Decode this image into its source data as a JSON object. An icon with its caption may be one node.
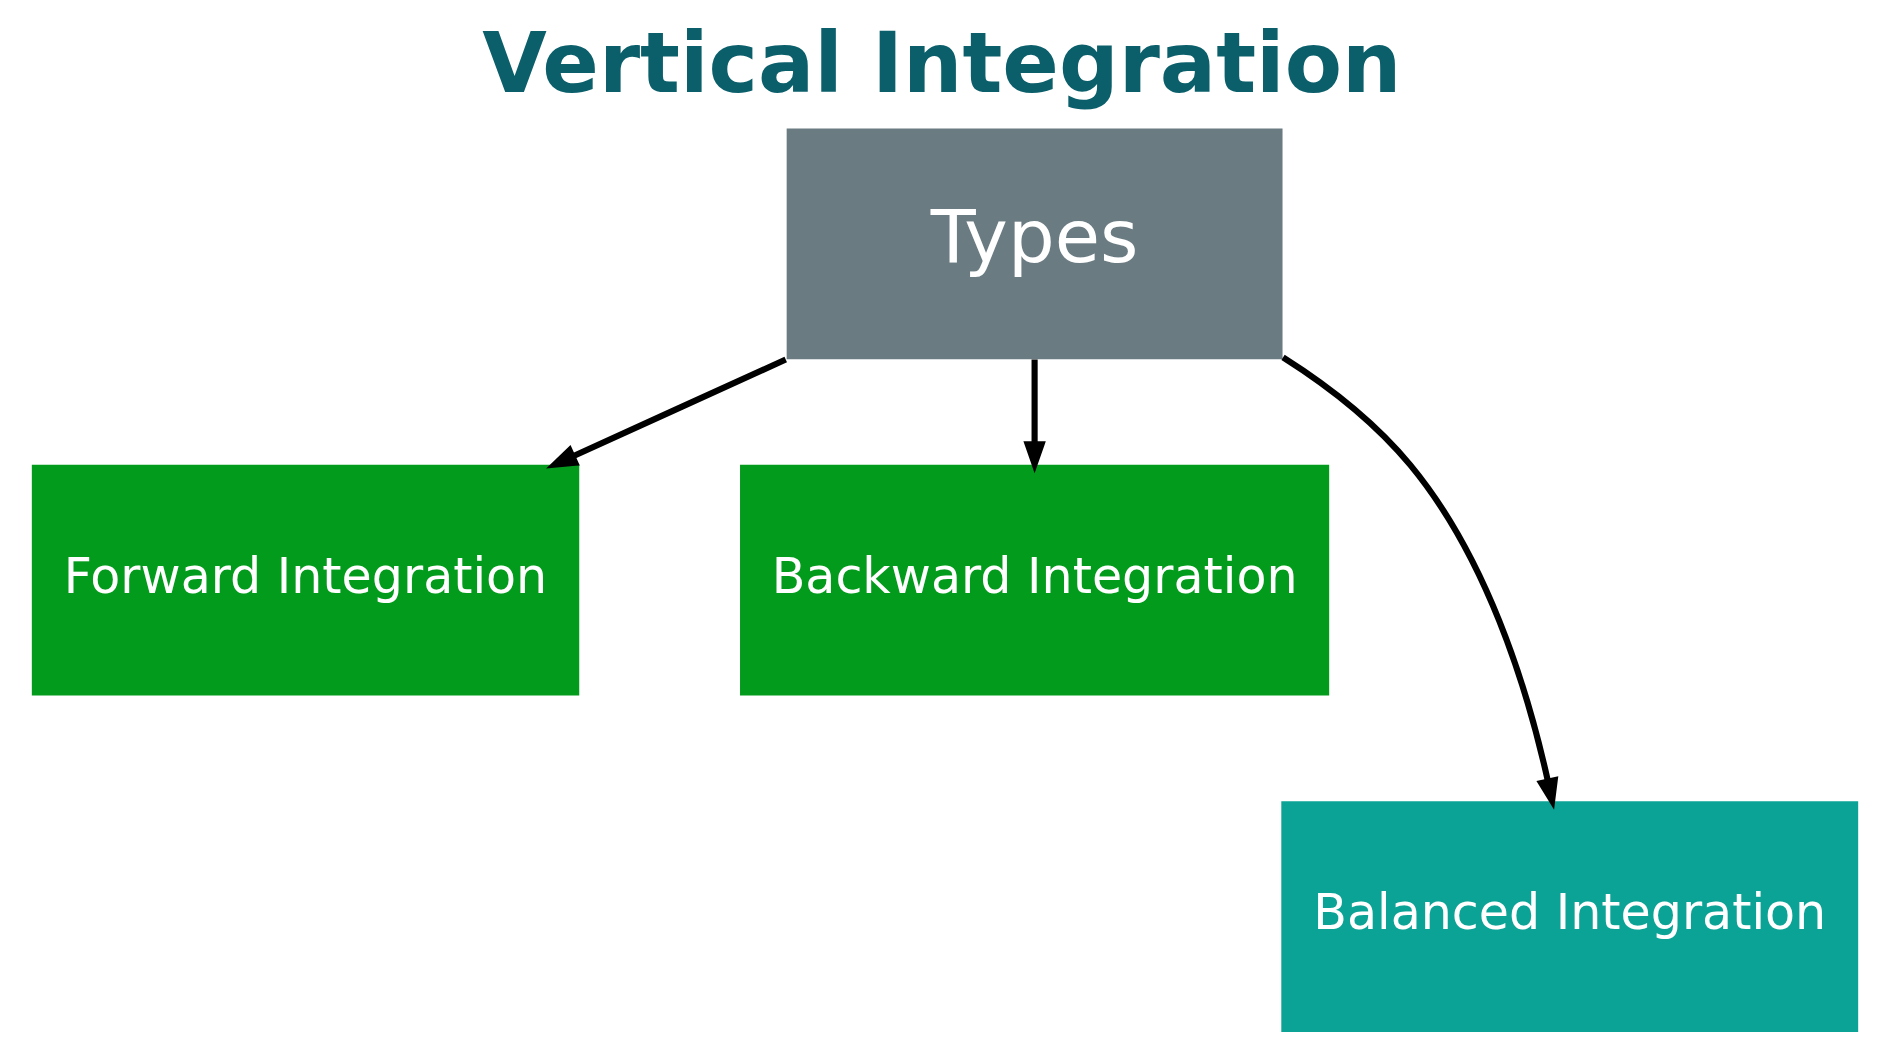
{
  "diagram": {
    "title": "Vertical Integration",
    "nodes": [
      {
        "text": [
          "Types"
        ]
      },
      {
        "text": [
          "Forward Integration"
        ]
      },
      {
        "text": [
          "Backward Integration"
        ]
      },
      {
        "text": [
          "Balanced Integration"
        ]
      }
    ],
    "edges": [
      {
        "from": 0,
        "to": 1,
        "arrow": "to"
      },
      {
        "from": 0,
        "to": 2,
        "arrow": "to"
      },
      {
        "from": 0,
        "to": 3,
        "arrow": "to"
      }
    ]
  }
}
